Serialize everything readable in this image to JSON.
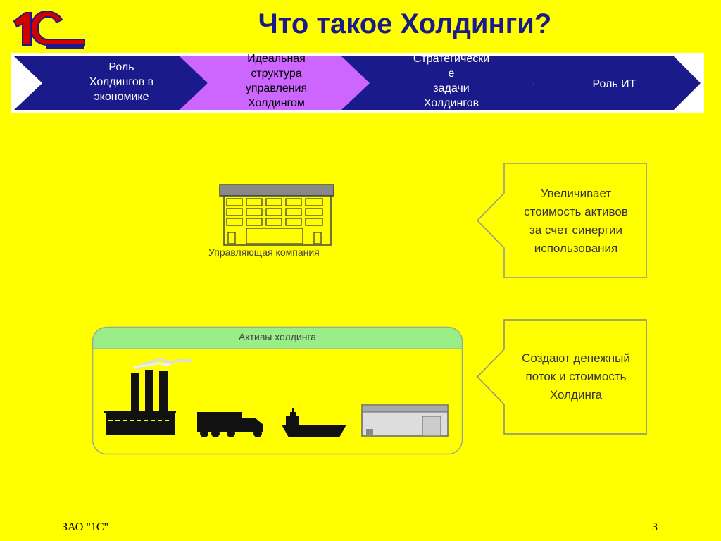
{
  "logo": {
    "text": "1С"
  },
  "title": "Что такое Холдинги?",
  "process_steps": [
    {
      "lines": [
        "Роль",
        "Холдингов в",
        "экономике"
      ],
      "active": false
    },
    {
      "lines": [
        "Идеальная",
        "структура",
        "управления",
        "Холдингом"
      ],
      "active": true
    },
    {
      "lines": [
        "Стратегически",
        "е",
        "задачи",
        "Холдингов"
      ],
      "active": false
    },
    {
      "lines": [
        "Роль ИТ"
      ],
      "active": false
    }
  ],
  "management": {
    "caption": "Управляющая компания"
  },
  "assets": {
    "title": "Активы холдинга",
    "icons": [
      "factory-icon",
      "truck-icon",
      "ship-icon",
      "warehouse-icon"
    ]
  },
  "callouts": [
    {
      "lines": [
        "Увеличивает",
        "стоимость активов",
        "за счет синергии",
        "использования"
      ]
    },
    {
      "lines": [
        "Создают денежный",
        "поток и стоимость",
        "Холдинга"
      ]
    }
  ],
  "footer": {
    "company": "ЗАО \"1С\"",
    "page": "3"
  },
  "colors": {
    "background": "#ffff00",
    "step": "#1a1a8a",
    "step_active": "#cc66ff",
    "title": "#1a1a8a",
    "assets_header": "#99ee88"
  }
}
